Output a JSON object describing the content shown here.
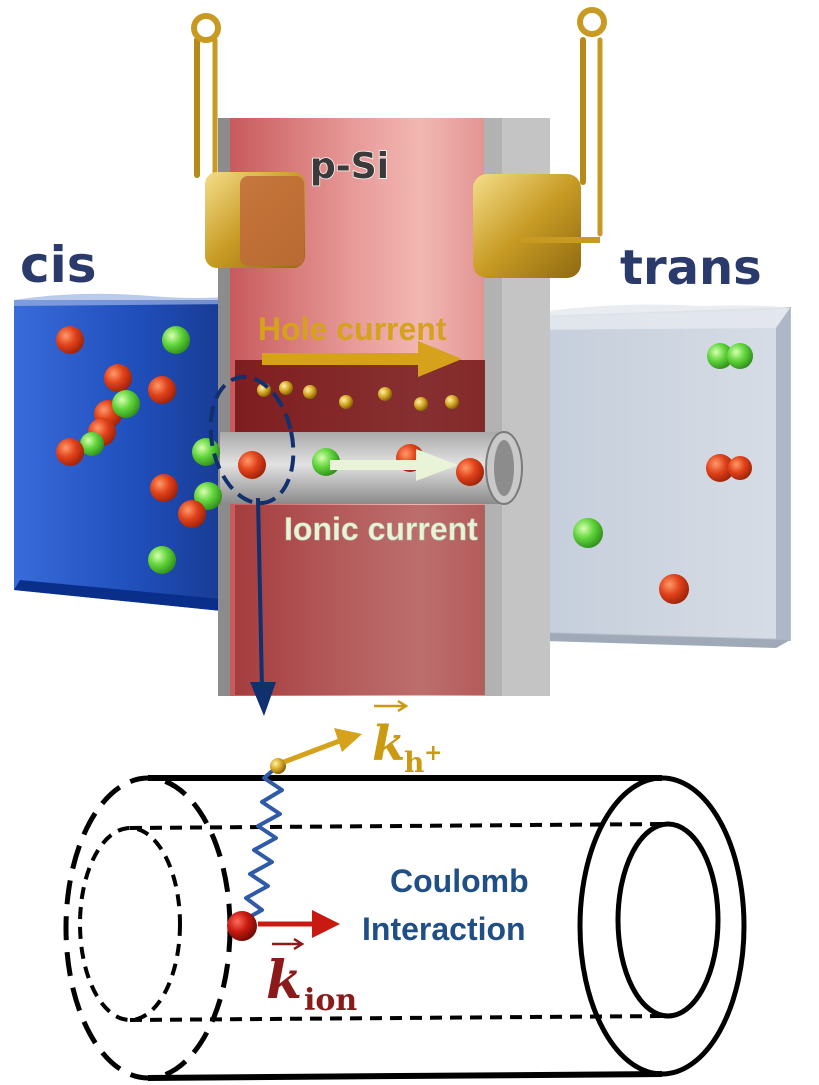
{
  "labels": {
    "cis": "cis",
    "trans": "trans",
    "material": "p-Si",
    "hole_current": "Hole current",
    "ionic_current": "Ionic current",
    "coulomb_line1": "Coulomb",
    "coulomb_line2": "Interaction",
    "k_symbol": "k",
    "k_hole_sub": "h",
    "k_hole_sup": "+",
    "k_ion_sub": "ion"
  },
  "colors": {
    "cis_water": "#1a4fc4",
    "trans_water": "#c9d2df",
    "membrane": "#d9706f",
    "electrode_gold": "#c9a22a",
    "hole_arrow": "#d6a21c",
    "ionic_arrow": "#e8f3d8",
    "ion_red": "#e0411a",
    "ion_green": "#5fd43a",
    "coulomb_text": "#1f4f86",
    "k_ion_color": "#8b1a1a",
    "k_hole_color": "#c99a12",
    "spring_color": "#2f5aa8",
    "pointer_arrow": "#10306e"
  }
}
